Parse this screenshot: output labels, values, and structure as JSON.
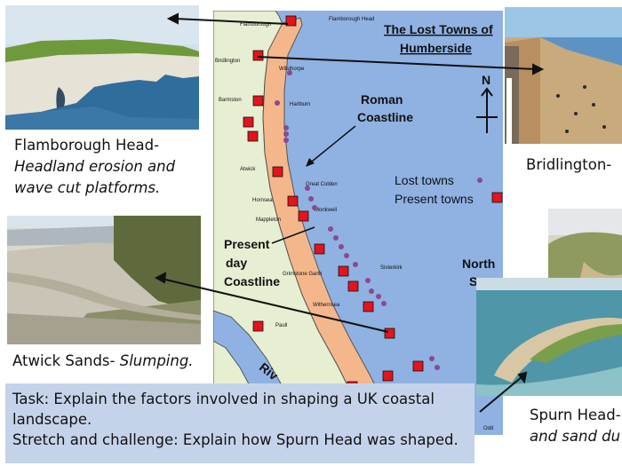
{
  "map": {
    "title_line1": "The Lost Towns of",
    "title_line2": "Humberside",
    "north_label": "N",
    "sea_label_line1": "North",
    "sea_label_line2": "S",
    "river_label": "Riv",
    "roman_coastline_line1": "Roman",
    "roman_coastline_line2": "Coastline",
    "present_coastline_line1": "Present",
    "present_coastline_line2": "day",
    "present_coastline_line3": "Coastline",
    "legend_lost": "Lost towns",
    "legend_present": "Present towns",
    "place_names": {
      "flamborough": "Flamborough",
      "flamborough_head": "Flamborough Head",
      "bridlington": "Bridlington",
      "wilsthorpe": "Wilsthorpe",
      "barmston": "Barmston",
      "hartburn": "Hartburn",
      "atwick": "Atwick",
      "great_colden": "Great Colden",
      "hornsea": "Hornsea",
      "monkwell": "Monkwell",
      "mappleton": "Mappleton",
      "grimstone_garth": "Grimstone Garth",
      "sisterkirk": "Sisterkirk",
      "withernsea": "Withernsea",
      "paull": "Paull",
      "kilnsea_odd": "Odd"
    },
    "colors": {
      "land": "#e6efd2",
      "sea": "#8fb2e3",
      "eroded_strip": "#f4b78c",
      "present_town": "#e3141b",
      "lost_town": "#8a4a8e"
    }
  },
  "captions": {
    "flamborough_line1": "Flamborough Head-",
    "flamborough_line2": "Headland erosion and",
    "flamborough_line3": "wave cut platforms.",
    "atwick_name": "Atwick Sands-",
    "atwick_desc": "Slumping.",
    "bridlington": "Bridlington-",
    "spurn_line1": "Spurn Head-",
    "spurn_line2": "and sand du"
  },
  "task": {
    "line1": "Task: Explain the factors involved in shaping a UK coastal",
    "line2": "landscape.",
    "line3": "Stretch and challenge: Explain how Spurn Head was shaped."
  }
}
